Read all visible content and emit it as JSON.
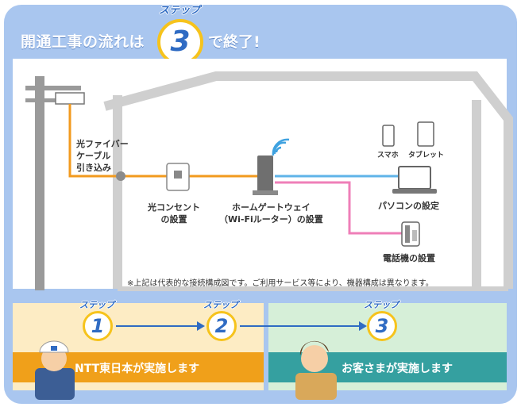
{
  "header": {
    "title_before": "開通工事の流れは",
    "step_word": "ステップ",
    "step_number": "3",
    "title_after": "で終了!"
  },
  "diagram": {
    "fiber_label": [
      "光ファイバー",
      "ケーブル",
      "引き込み"
    ],
    "outlet_label": [
      "光コンセント",
      "の設置"
    ],
    "gateway_label": [
      "ホームゲートウェイ",
      "（Wi-Fiルーター）の設置"
    ],
    "smartphone_label": "スマホ",
    "tablet_label": "タブレット",
    "pc_label": "パソコンの設定",
    "phone_label": "電話機の設置",
    "note": "※上記は代表的な接続構成図です。ご利用サービス等により、機器構成は異なります。"
  },
  "steps": [
    {
      "word": "ステップ",
      "number": "1"
    },
    {
      "word": "ステップ",
      "number": "2"
    },
    {
      "word": "ステップ",
      "number": "3"
    }
  ],
  "bars": {
    "ntt": "NTT東日本が実施します",
    "customer": "お客さまが実施します"
  },
  "colors": {
    "frame": "#a9c6ef",
    "fiber_line": "#f29a1e",
    "lan_line": "#5fb4e8",
    "phone_line": "#ef7fb8",
    "step_blue": "#2f6bc3",
    "step_yellow": "#f6c31c",
    "orange_bar": "#f0a01a",
    "teal_bar": "#35a0a0"
  }
}
